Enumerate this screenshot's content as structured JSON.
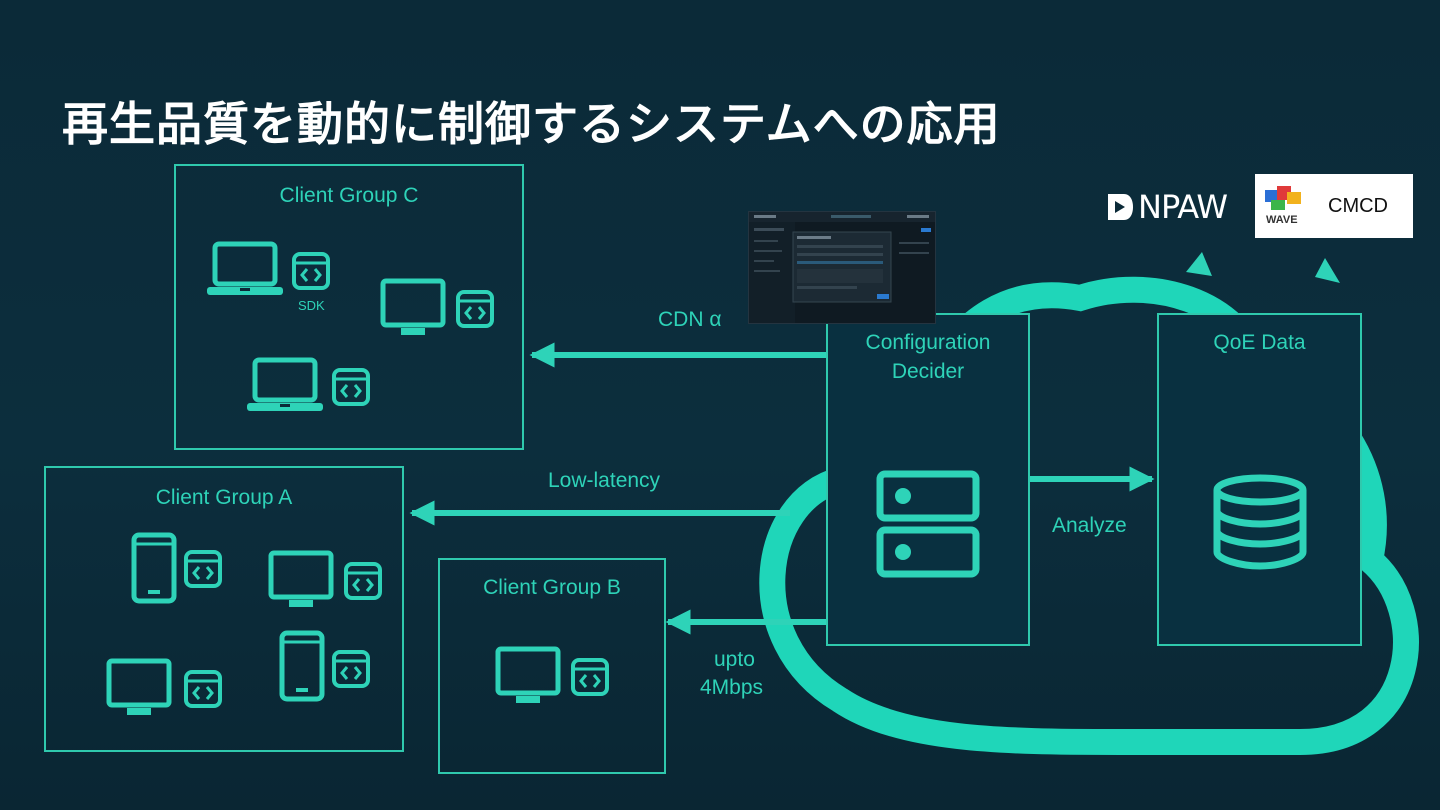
{
  "title": "再生品質を動的に制御するシステムへの応用",
  "groups": {
    "c": {
      "label": "Client Group C",
      "sdk_label": "SDK"
    },
    "a": {
      "label": "Client Group A"
    },
    "b": {
      "label": "Client Group B"
    }
  },
  "decider": {
    "line1": "Configuration",
    "line2": "Decider"
  },
  "qoe": {
    "label": "QoE Data"
  },
  "flows": {
    "cdn": "CDN α",
    "low_latency": "Low-latency",
    "upto_line1": "upto",
    "upto_line2": "4Mbps",
    "analyze": "Analyze"
  },
  "logos": {
    "npaw": "NPAW",
    "wave": "WAVE",
    "cmcd": "CMCD"
  },
  "colors": {
    "accent": "#2ed3b8",
    "cloud": "#1fd6b9",
    "background": "#0b2a38"
  },
  "icons": [
    "laptop-icon",
    "monitor-icon",
    "phone-icon",
    "sdk-code-icon",
    "server-icon",
    "database-icon",
    "arrow-icon"
  ]
}
